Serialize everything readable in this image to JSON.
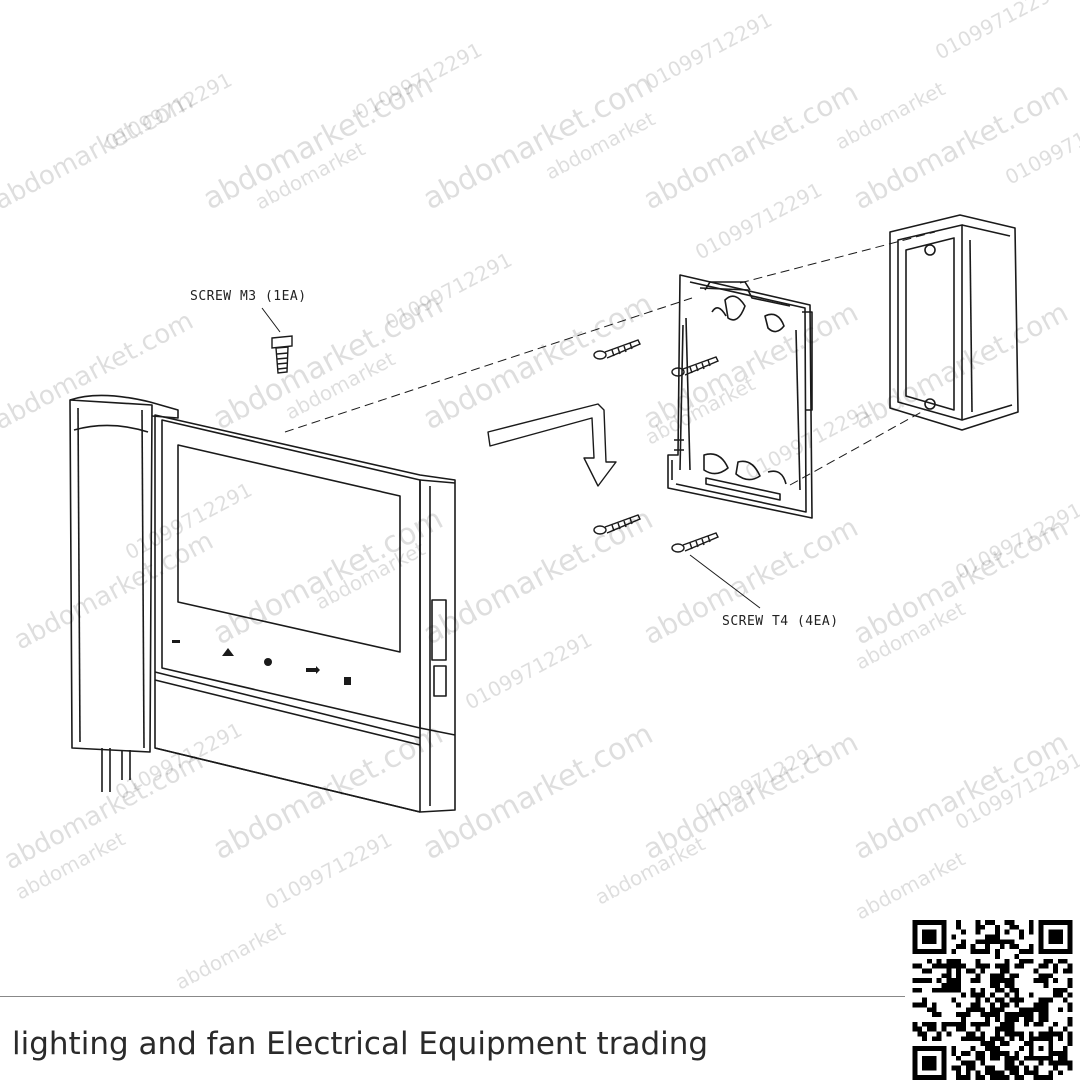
{
  "labels": {
    "screw_m3": "SCREW M3 (1EA)",
    "screw_t4": "SCREW T4 (4EA)"
  },
  "watermark": {
    "brand": "abdomarket.com",
    "brand_short": "abdomarket",
    "phone": "01099712291"
  },
  "footer": {
    "tagline": "lighting and fan Electrical Equipment trading"
  },
  "colors": {
    "line": "#1a1a1a",
    "watermark": "#bdbdbd",
    "background": "#ffffff"
  }
}
